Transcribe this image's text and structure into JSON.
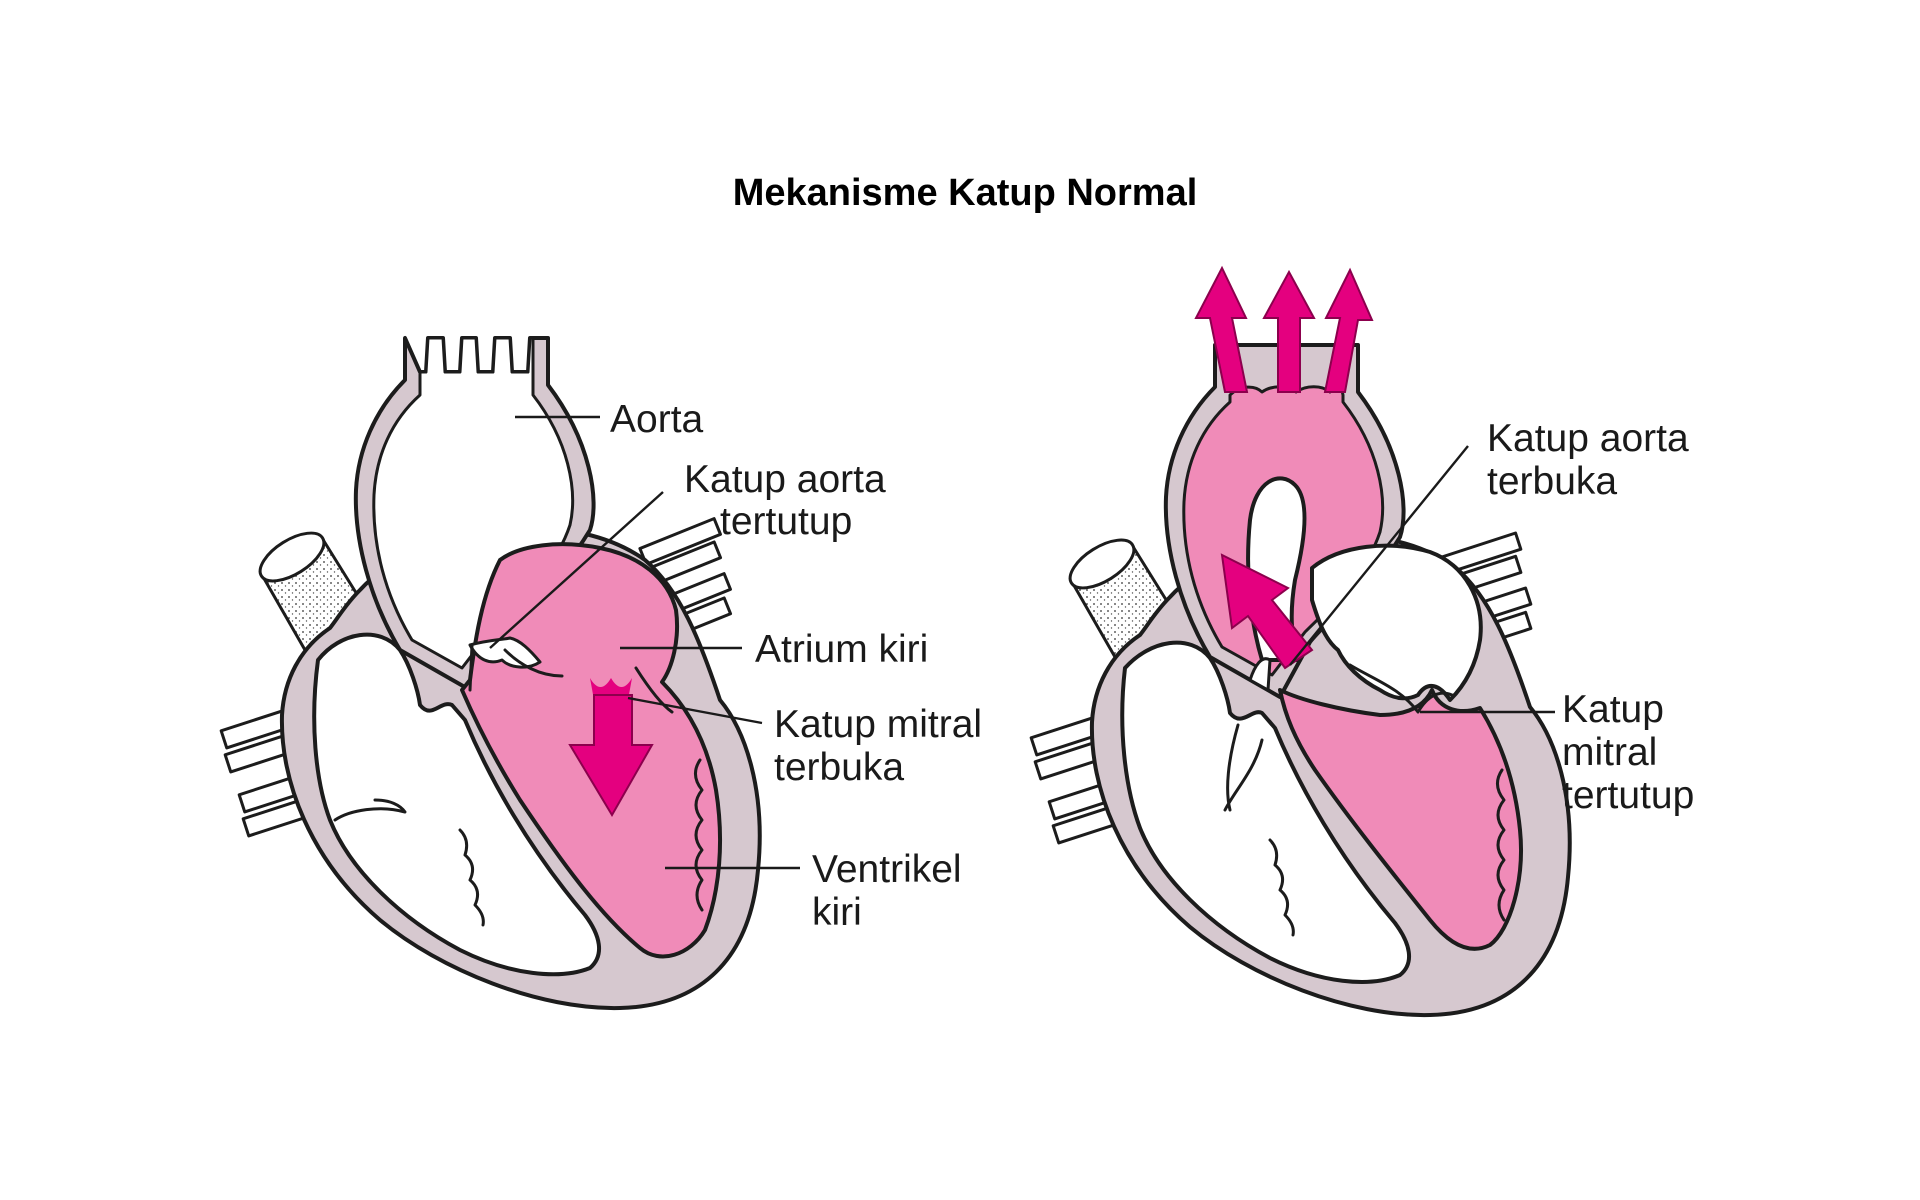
{
  "title": "Mekanisme Katup Normal",
  "colors": {
    "wall": "#d6c8cf",
    "blood": "#f08bb8",
    "arrow": "#e4007f",
    "outline": "#1c1c1c",
    "cavity": "#ffffff"
  },
  "left_diagram": {
    "labels": {
      "aorta": "Aorta",
      "aortic_valve_l1": "Katup aorta",
      "aortic_valve_l2": "tertutup",
      "left_atrium": "Atrium kiri",
      "mitral_valve_l1": "Katup mitral",
      "mitral_valve_l2": "terbuka",
      "left_ventricle_l1": "Ventrikel",
      "left_ventricle_l2": "kiri"
    }
  },
  "right_diagram": {
    "labels": {
      "aortic_valve_l1": "Katup aorta",
      "aortic_valve_l2": "terbuka",
      "mitral_valve_l1": "Katup",
      "mitral_valve_l2": "mitral",
      "mitral_valve_l3": "tertutup"
    }
  }
}
